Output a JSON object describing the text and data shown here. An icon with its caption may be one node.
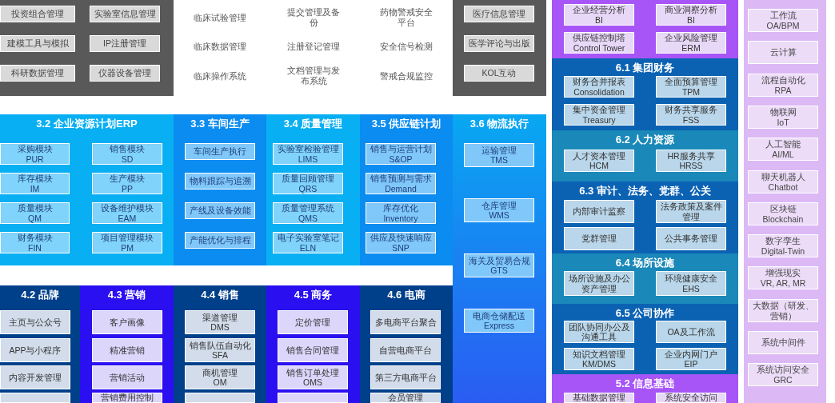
{
  "diagram": {
    "nodes": [
      {
        "text": [],
        "shape": "box"
      },
      {
        "text": [
          "投资组合管理"
        ],
        "in": 0
      },
      {
        "text": [
          "实验室信息管理"
        ],
        "in": 0
      },
      {
        "text": [
          "建模工具与模拟"
        ],
        "in": 0
      },
      {
        "text": [
          "IP注册管理"
        ],
        "in": 0
      },
      {
        "text": [
          "科研数据管理"
        ],
        "in": 0
      },
      {
        "text": [
          "仪器设备管理"
        ],
        "in": 0
      },
      {
        "text": [],
        "shape": "box"
      },
      {
        "text": [
          "医疗信息管理"
        ],
        "in": 7
      },
      {
        "text": [
          "医学评论与出版"
        ],
        "in": 7
      },
      {
        "text": [
          "KOL互动"
        ],
        "in": 7
      },
      {
        "text": [],
        "shape": "box"
      },
      {
        "text": [
          "企业经营分析 BI"
        ],
        "in": 11
      },
      {
        "text": [
          "商业洞察分析 BI"
        ],
        "in": 11
      },
      {
        "text": [
          "供应链控制塔 Control Tower"
        ],
        "in": 11
      },
      {
        "text": [
          "企业风险管理 ERM"
        ],
        "in": 11
      },
      {
        "text": [
          "6.1 集团财务"
        ]
      },
      {
        "text": [
          "财务合并报表 Consolidation"
        ],
        "in": 16
      },
      {
        "text": [
          "全面预算管理 TPM"
        ],
        "in": 16
      },
      {
        "text": [
          "集中资金管理 Treasury"
        ],
        "in": 16
      },
      {
        "text": [
          "财务共享服务 FSS"
        ],
        "in": 16
      },
      {
        "text": [
          "6.2 人力资源"
        ]
      },
      {
        "text": [
          "人才资本管理 HCM"
        ],
        "in": 21
      },
      {
        "text": [
          "HR服务共享 HRSS"
        ],
        "in": 21
      },
      {
        "text": [
          "6.3 审计、法务、党群、公关"
        ]
      },
      {
        "text": [
          "内部审计监察"
        ],
        "in": 24
      },
      {
        "text": [
          "法务政策及案件管理"
        ],
        "in": 24
      },
      {
        "text": [
          "党群管理"
        ],
        "in": 24
      },
      {
        "text": [
          "公共事务管理"
        ],
        "in": 24
      },
      {
        "text": [
          "6.4 场所设施"
        ]
      },
      {
        "text": [
          "场所设施及办公资产管理"
        ],
        "in": 29
      },
      {
        "text": [
          "环境健康安全 EHS"
        ],
        "in": 29
      },
      {
        "text": [
          "6.5 公司协作"
        ]
      },
      {
        "text": [
          "团队协同办公及沟通工具"
        ],
        "in": 32
      },
      {
        "text": [
          "OA及工作流"
        ],
        "in": 32
      },
      {
        "text": [
          "知识文档管理 KM/DMS"
        ],
        "in": 32
      },
      {
        "text": [
          "企业内网门户 EIP"
        ],
        "in": 32
      },
      {
        "text": [
          "5.2 信息基础"
        ]
      },
      {
        "text": [
          "基础数据管理"
        ],
        "in": 37
      },
      {
        "text": [
          "系统安全访问"
        ],
        "in": 37
      },
      {
        "text": [],
        "shape": "box"
      },
      {
        "text": [
          "工作流 OA/BPM"
        ],
        "in": 40
      },
      {
        "text": [
          "云计算"
        ],
        "in": 40
      },
      {
        "text": [
          "流程自动化 RPA"
        ],
        "in": 40
      },
      {
        "text": [
          "物联网 IoT"
        ],
        "in": 40
      },
      {
        "text": [
          "人工智能 AI/ML"
        ],
        "in": 40
      },
      {
        "text": [
          "聊天机器人 Chatbot"
        ],
        "in": 40
      },
      {
        "text": [
          "区块链 Blockchain"
        ],
        "in": 40
      },
      {
        "text": [
          "数字孪生 Digital-Twin"
        ],
        "in": 40
      },
      {
        "text": [
          "增强现实 VR, AR, MR"
        ],
        "in": 40
      },
      {
        "text": [
          "大数据（研发、营销）"
        ],
        "in": 40
      },
      {
        "text": [
          "系统中间件"
        ],
        "in": 40
      },
      {
        "text": [
          "系统访问安全 GRC"
        ],
        "in": 40
      },
      {
        "text": [
          "3.2 企业资源计划ERP"
        ]
      },
      {
        "text": [
          "采购模块 PUR"
        ],
        "in": 53
      },
      {
        "text": [
          "销售模块 SD"
        ],
        "in": 53
      },
      {
        "text": [
          "库存模块 IM"
        ],
        "in": 53
      },
      {
        "text": [
          "生产模块 PP"
        ],
        "in": 53
      },
      {
        "text": [
          "质量模块 QM"
        ],
        "in": 53
      },
      {
        "text": [
          "设备维护模块 EAM"
        ],
        "in": 53
      },
      {
        "text": [
          "财务模块 FIN"
        ],
        "in": 53
      },
      {
        "text": [
          "项目管理模块 PM"
        ],
        "in": 53
      },
      {
        "text": [
          "3.3 车间生产"
        ]
      },
      {
        "text": [
          "车间生产执行"
        ],
        "in": 62
      },
      {
        "text": [
          "物料跟踪与追溯"
        ],
        "in": 62
      },
      {
        "text": [
          "产线及设备效能"
        ],
        "in": 62
      },
      {
        "text": [
          "产能优化与排程"
        ],
        "in": 62
      },
      {
        "text": [
          "3.4 质量管理"
        ]
      },
      {
        "text": [
          "实验室检验管理 LIMS"
        ],
        "in": 67
      },
      {
        "text": [
          "质量回顾管理 QRS"
        ],
        "in": 67
      },
      {
        "text": [
          "质量管理系统 QMS"
        ],
        "in": 67
      },
      {
        "text": [
          "电子实验室笔记 ELN"
        ],
        "in": 67
      },
      {
        "text": [
          "3.5 供应链计划"
        ]
      },
      {
        "text": [
          "销售与运营计划 S&OP"
        ],
        "in": 72
      },
      {
        "text": [
          "销售预测与需求 Demand"
        ],
        "in": 72
      },
      {
        "text": [
          "库存优化 Inventory"
        ],
        "in": 72
      },
      {
        "text": [
          "供应及快速响应 SNP"
        ],
        "in": 72
      },
      {
        "text": [
          "3.6 物流执行"
        ]
      },
      {
        "text": [
          "运输管理 TMS"
        ],
        "in": 77
      },
      {
        "text": [
          "仓库管理 WMS"
        ],
        "in": 77
      },
      {
        "text": [
          "海关及贸易合规 GTS"
        ],
        "in": 77
      },
      {
        "text": [
          "电商仓储配送 Express"
        ],
        "in": 77
      },
      {
        "text": [
          "4.2 品牌"
        ]
      },
      {
        "text": [
          "主页与公众号"
        ],
        "in": 82
      },
      {
        "text": [
          "APP与小程序"
        ],
        "in": 82
      },
      {
        "text": [
          "内容开发管理"
        ],
        "in": 82
      },
      {
        "text": [],
        "shape": "box",
        "in": 82
      },
      {
        "text": [
          "4.3 营销"
        ]
      },
      {
        "text": [
          "客户画像"
        ],
        "in": 87
      },
      {
        "text": [
          "精准营销"
        ],
        "in": 87
      },
      {
        "text": [
          "营销活动"
        ],
        "in": 87
      },
      {
        "text": [
          "营销费用控制"
        ],
        "in": 87
      },
      {
        "text": [
          "4.4 销售"
        ]
      },
      {
        "text": [
          "渠道管理 DMS"
        ],
        "in": 92
      },
      {
        "text": [
          "销售队伍自动化 SFA"
        ],
        "in": 92
      },
      {
        "text": [
          "商机管理 OM"
        ],
        "in": 92
      },
      {
        "text": [],
        "shape": "box",
        "in": 92
      },
      {
        "text": [
          "4.5 商务"
        ]
      },
      {
        "text": [
          "定价管理"
        ],
        "in": 97
      },
      {
        "text": [
          "销售合同管理"
        ],
        "in": 97
      },
      {
        "text": [
          "销售订单处理 OMS"
        ],
        "in": 97
      },
      {
        "text": [],
        "shape": "box",
        "in": 97
      },
      {
        "text": [
          "4.6 电商"
        ]
      },
      {
        "text": [
          "多电商平台聚合"
        ],
        "in": 102
      },
      {
        "text": [
          "自营电商平台"
        ],
        "in": 102
      },
      {
        "text": [
          "第三方电商平台"
        ],
        "in": 102
      },
      {
        "text": [
          "会员管理"
        ],
        "in": 102
      }
    ],
    "labels": [
      "临床试验管理",
      "提交管理及备份",
      "药物警戒安全平台",
      "临床数据管理",
      "注册登记管理",
      "安全信号检测",
      "临床操作系统",
      "文档管理与发布系统",
      "警戒合规监控"
    ]
  }
}
